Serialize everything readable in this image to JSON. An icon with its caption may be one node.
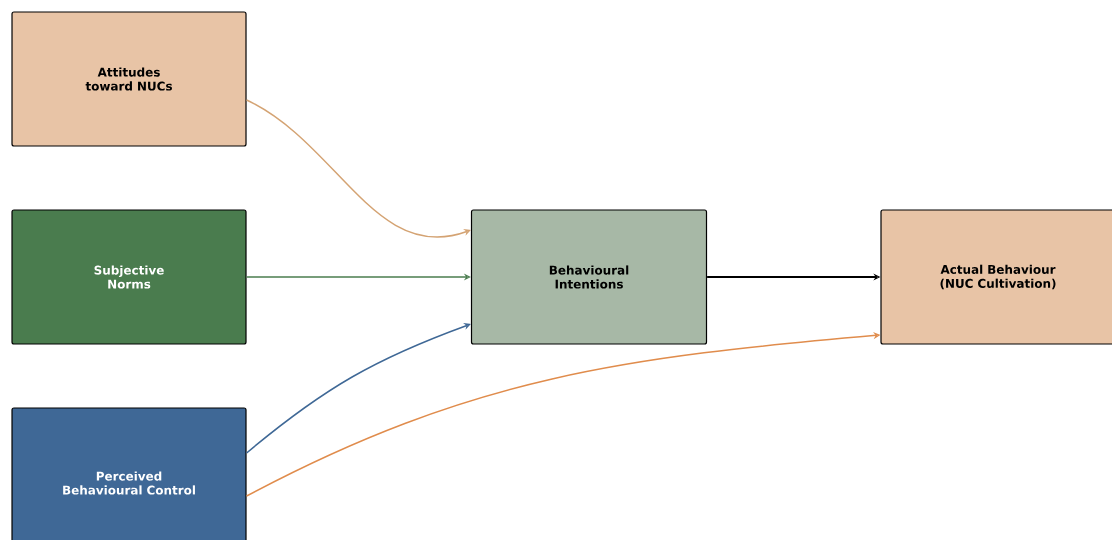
{
  "diagram": {
    "nodes": [
      {
        "text": [
          "Attitudes toward NUCs"
        ]
      },
      {
        "text": [
          "Subjective Norms"
        ]
      },
      {
        "text": [
          "Perceived Behavioural Control"
        ]
      },
      {
        "text": [
          "Behavioural Intentions"
        ]
      },
      {
        "text": [
          "Actual Behaviour (NUC Cultivation)"
        ]
      }
    ],
    "edges": [
      {
        "from": 0,
        "to": 3,
        "arrow": "to",
        "color": "#d4a373"
      },
      {
        "from": 1,
        "to": 3,
        "arrow": "to",
        "color": "#4a7c4e"
      },
      {
        "from": 2,
        "to": 3,
        "arrow": "to",
        "color": "#3f6896"
      },
      {
        "from": 3,
        "to": 4,
        "arrow": "to",
        "color": "#000000"
      },
      {
        "from": 2,
        "to": 4,
        "arrow": "to",
        "color": "#e08c4c"
      }
    ]
  }
}
